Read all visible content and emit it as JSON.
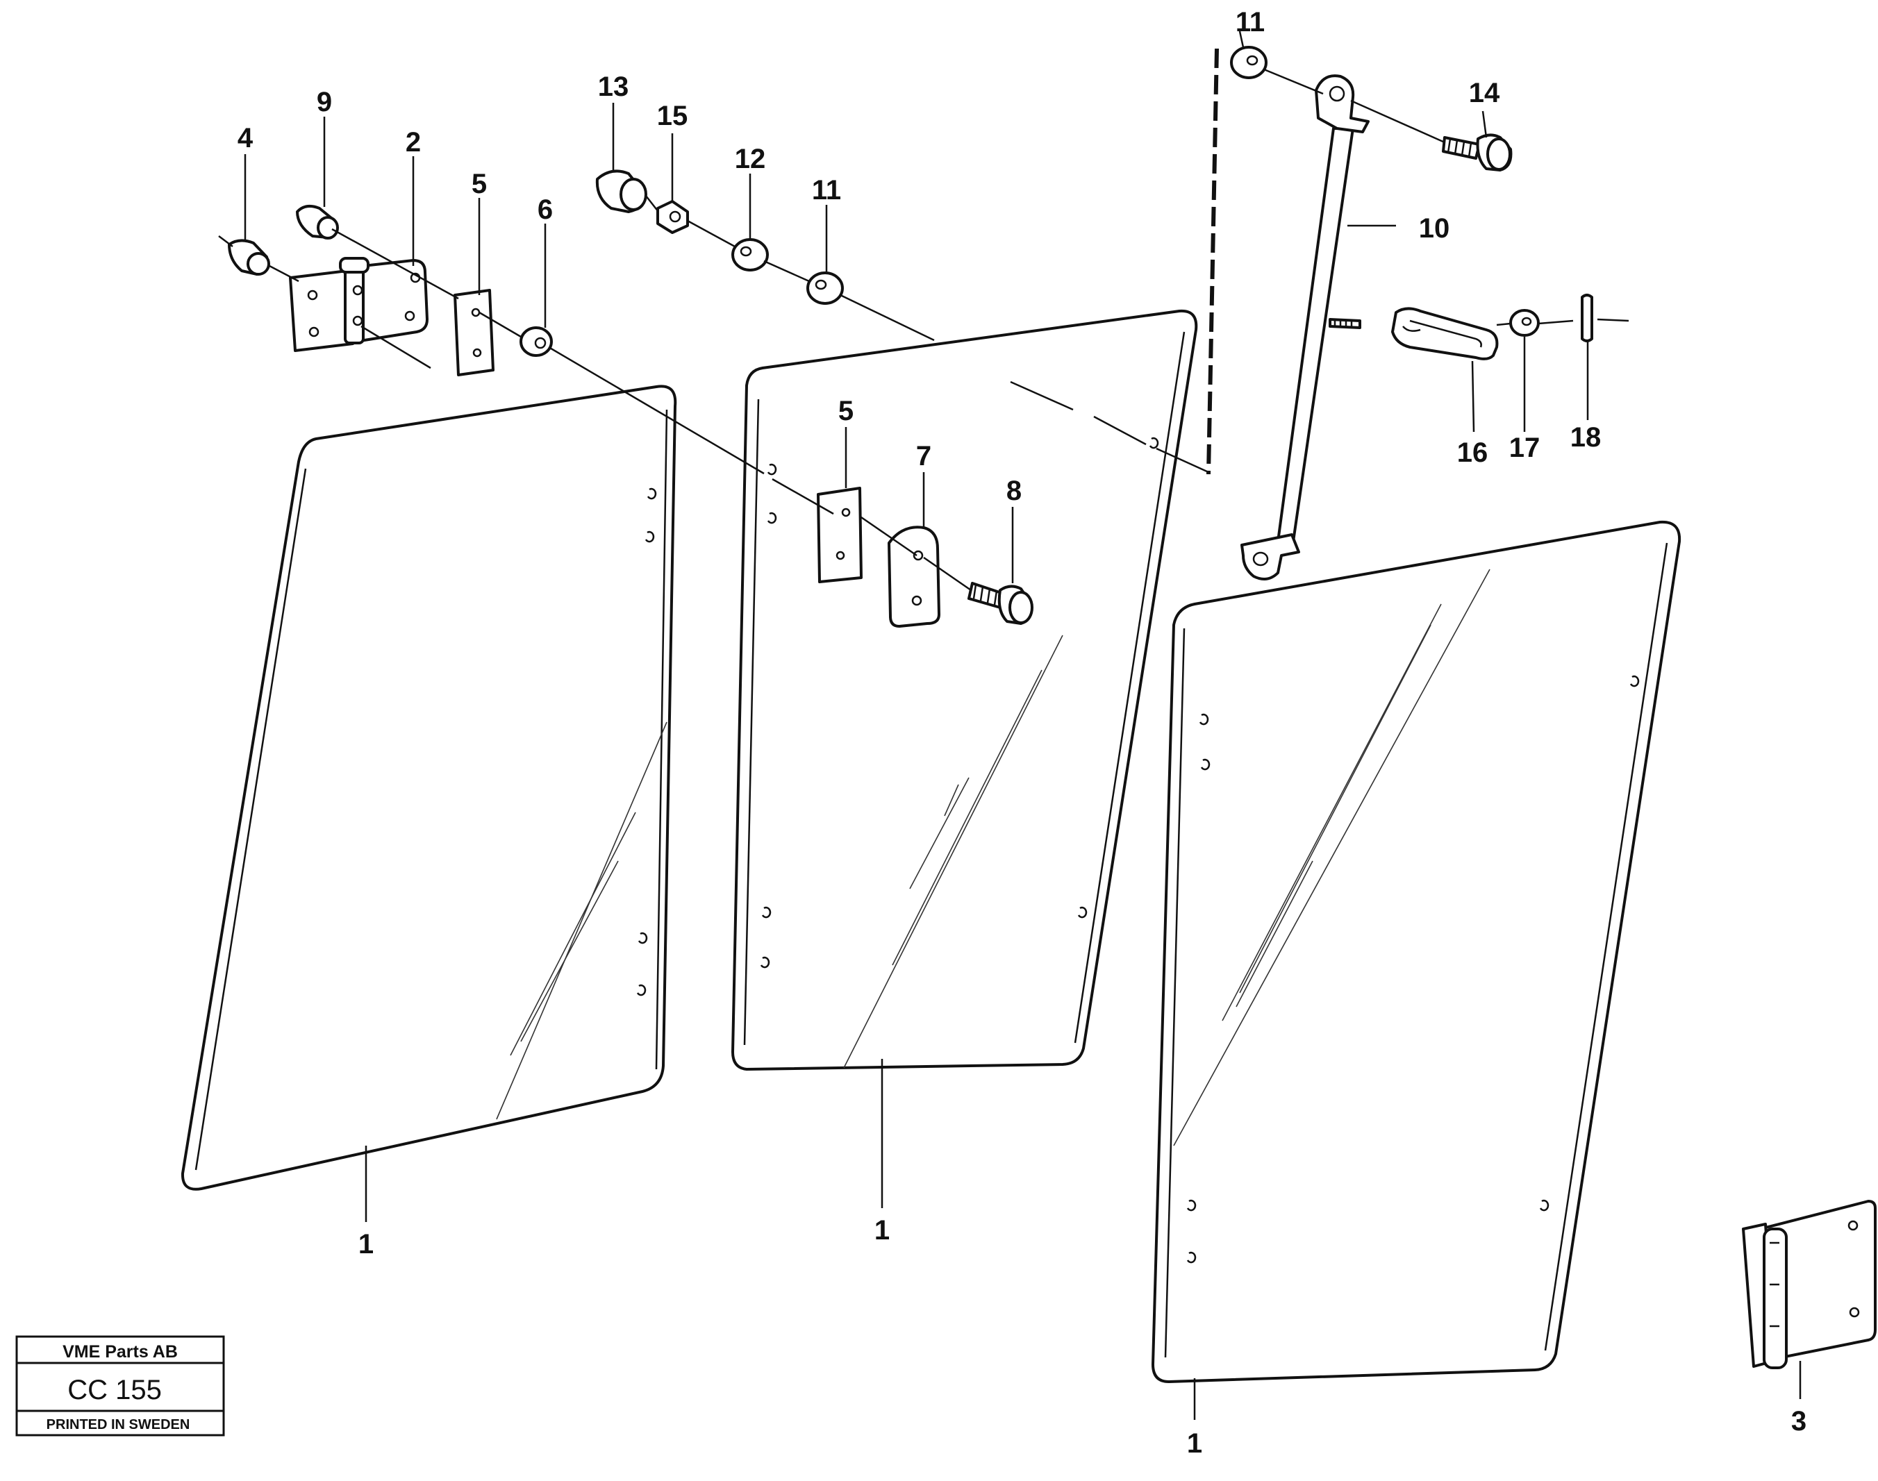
{
  "title_block": {
    "company": "VME Parts AB",
    "drawing_code": "CC 155",
    "printed": "PRINTED IN SWEDEN"
  },
  "callouts": {
    "c1a": "1",
    "c1b": "1",
    "c1c": "1",
    "c2": "2",
    "c3": "3",
    "c4": "4",
    "c5a": "5",
    "c5b": "5",
    "c6": "6",
    "c7": "7",
    "c8": "8",
    "c9": "9",
    "c10": "10",
    "c11a": "11",
    "c11b": "11",
    "c12": "12",
    "c13": "13",
    "c14": "14",
    "c15": "15",
    "c16": "16",
    "c17": "17",
    "c18": "18"
  }
}
